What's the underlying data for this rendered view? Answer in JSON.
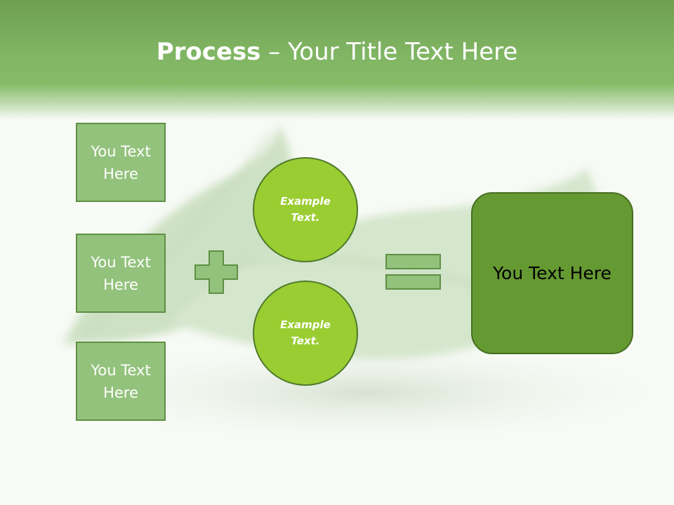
{
  "title": {
    "bold": "Process",
    "rest": " – Your Title Text Here"
  },
  "left_boxes": [
    {
      "line1": "You Text",
      "line2": "Here"
    },
    {
      "line1": "You Text",
      "line2": "Here"
    },
    {
      "line1": "You Text",
      "line2": "Here"
    }
  ],
  "circles": [
    {
      "line1": "Example",
      "line2": "Text."
    },
    {
      "line1": "Example",
      "line2": "Text."
    }
  ],
  "result_box": {
    "label": "You Text Here"
  },
  "operators": {
    "plus": "plus-icon",
    "equals": "equals-icon"
  },
  "colors": {
    "header": "#80b563",
    "box_fill": "#93c27c",
    "circle_fill": "#9acd32",
    "result_fill": "#659a33",
    "operator_fill": "#93c27c"
  }
}
